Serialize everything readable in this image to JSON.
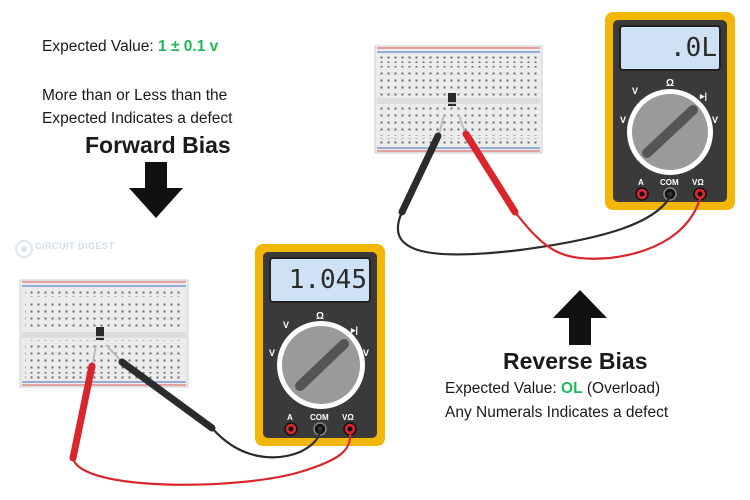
{
  "watermark": "CIRCUIT DIGEST",
  "forward": {
    "expected_prefix": "Expected Value: ",
    "expected_value": "1 ± 0.1",
    "expected_unit": " v",
    "note_line1": "More than or Less than the",
    "note_line2": "Expected Indicates a defect",
    "heading": "Forward Bias",
    "meter_reading": "1.045"
  },
  "reverse": {
    "heading": "Reverse Bias",
    "expected_prefix": "Expected Value: ",
    "expected_value": "OL",
    "expected_suffix": " (Overload)",
    "note_line": "Any Numerals Indicates a defect",
    "meter_reading": ".0L"
  },
  "meter_labels": {
    "dcv": "V",
    "acv": "V",
    "ohm": "Ω",
    "diode": "▸|",
    "amp": "A",
    "port_a": "A",
    "port_com": "COM",
    "port_vohm": "VΩ"
  },
  "colors": {
    "meter_body": "#f2b705",
    "meter_frame": "#3a3a3a",
    "lcd": "#cfe1f5",
    "dial": "#9a9a9a",
    "probe_red": "#d9262c",
    "probe_black": "#2b2b2b",
    "accent_green": "#1db954"
  }
}
